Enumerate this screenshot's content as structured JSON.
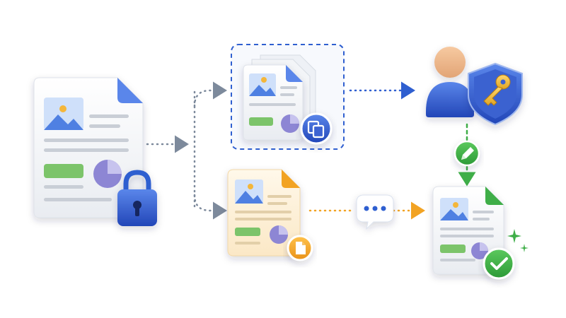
{
  "colors": {
    "blue_accent": "#2f5fd0",
    "blue_light": "#e6eefb",
    "orange_accent": "#f2a323",
    "orange_light": "#fdf1dc",
    "green_accent": "#3fae48",
    "gray_connector": "#7d8a9c",
    "doc_white": "#f4f6f9",
    "line_gray": "#c9ced6",
    "bar_green": "#7cc46a",
    "pie_purple": "#8d86d4"
  },
  "nodes": [
    {
      "id": "locked-source-document",
      "icon": "lock-icon"
    },
    {
      "id": "copied-document-stack",
      "icon": "copy-icon"
    },
    {
      "id": "draft-document",
      "icon": "document-badge-icon"
    },
    {
      "id": "user-with-key-shield",
      "icon": "key-shield-icon"
    },
    {
      "id": "approved-document",
      "icon": "checkmark-icon"
    }
  ],
  "edges": [
    {
      "from": "locked-source-document",
      "to": "copied-document-stack",
      "style": "dotted-gray"
    },
    {
      "from": "locked-source-document",
      "to": "draft-document",
      "style": "dotted-gray"
    },
    {
      "from": "copied-document-stack",
      "to": "user-with-key-shield",
      "style": "dotted-blue"
    },
    {
      "from": "draft-document",
      "to": "approved-document",
      "style": "dotted-orange",
      "via": "chat-bubble-icon"
    },
    {
      "from": "user-with-key-shield",
      "to": "approved-document",
      "style": "dashed-green",
      "via": "pencil-edit-icon"
    }
  ]
}
